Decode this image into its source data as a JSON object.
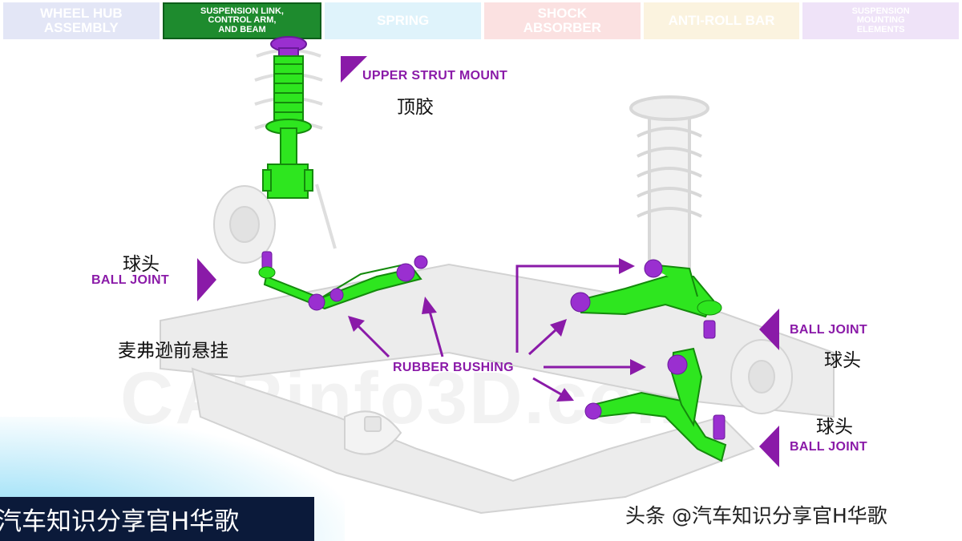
{
  "tabs": [
    {
      "label_line1": "WHEEL HUB",
      "label_line2": "ASSEMBLY",
      "label_line3": "",
      "active": false
    },
    {
      "label_line1": "SUSPENSION LINK,",
      "label_line2": "CONTROL ARM,",
      "label_line3": "AND BEAM",
      "active": true
    },
    {
      "label_line1": "SPRING",
      "label_line2": "",
      "label_line3": "",
      "active": false
    },
    {
      "label_line1": "SHOCK",
      "label_line2": "ABSORBER",
      "label_line3": "",
      "active": false
    },
    {
      "label_line1": "ANTI-ROLL BAR",
      "label_line2": "",
      "label_line3": "",
      "active": false
    },
    {
      "label_line1": "SUSPENSION",
      "label_line2": "MOUNTING",
      "label_line3": "ELEMENTS",
      "active": false
    }
  ],
  "labels": {
    "upper_strut_mount": "UPPER STRUT MOUNT",
    "upper_strut_mount_cn": "顶胶",
    "ball_joint_left": "BALL JOINT",
    "ball_joint_left_cn": "球头",
    "macpherson_cn": "麦弗逊前悬挂",
    "rubber_bushing": "RUBBER BUSHING",
    "ball_joint_right_top": "BALL JOINT",
    "ball_joint_right_top_cn": "球头",
    "ball_joint_right_bottom": "BALL JOINT",
    "ball_joint_right_bottom_cn": "球头"
  },
  "watermark": "CARinfo3D.com",
  "branding": {
    "channel_name": "汽车知识分享官H华歌",
    "credit": "头条 @汽车知识分享官H华歌"
  },
  "colors": {
    "accent_purple": "#8a1aa8",
    "part_green": "#2ee61f",
    "bushing_purple": "#9a2fd0",
    "active_tab": "#1e8b2e",
    "brand_box": "#0b1a3a"
  }
}
